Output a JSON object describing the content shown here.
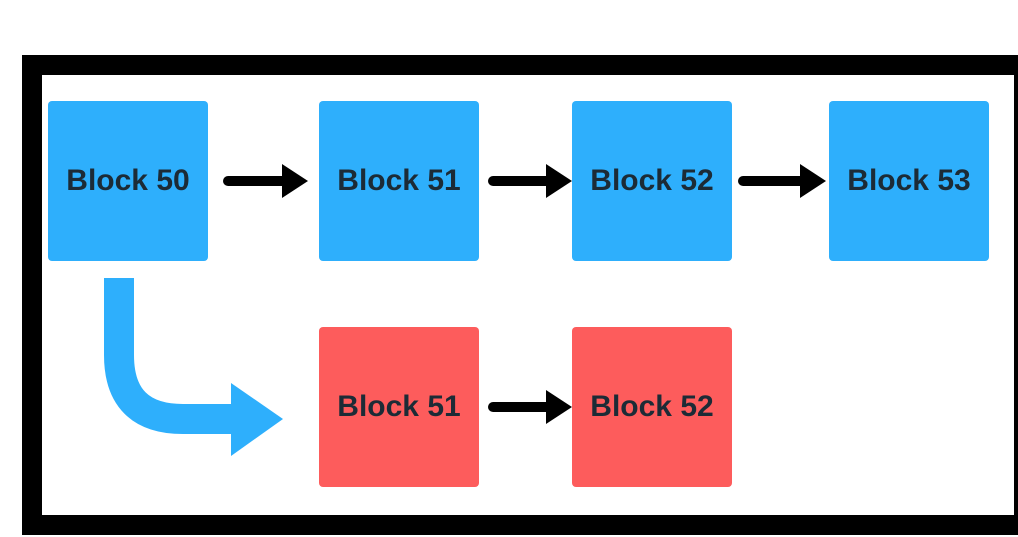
{
  "colors": {
    "main_chain": "#2eaffc",
    "fork_chain": "#fd5c5c",
    "frame": "#000000",
    "chain_arrow": "#000000",
    "fork_arrow": "#2eaffc",
    "block_text": "#1c2b36"
  },
  "main_chain": [
    {
      "label": "Block 50"
    },
    {
      "label": "Block 51"
    },
    {
      "label": "Block 52"
    },
    {
      "label": "Block 53"
    }
  ],
  "fork_chain": [
    {
      "label": "Block 51"
    },
    {
      "label": "Block 52"
    }
  ]
}
